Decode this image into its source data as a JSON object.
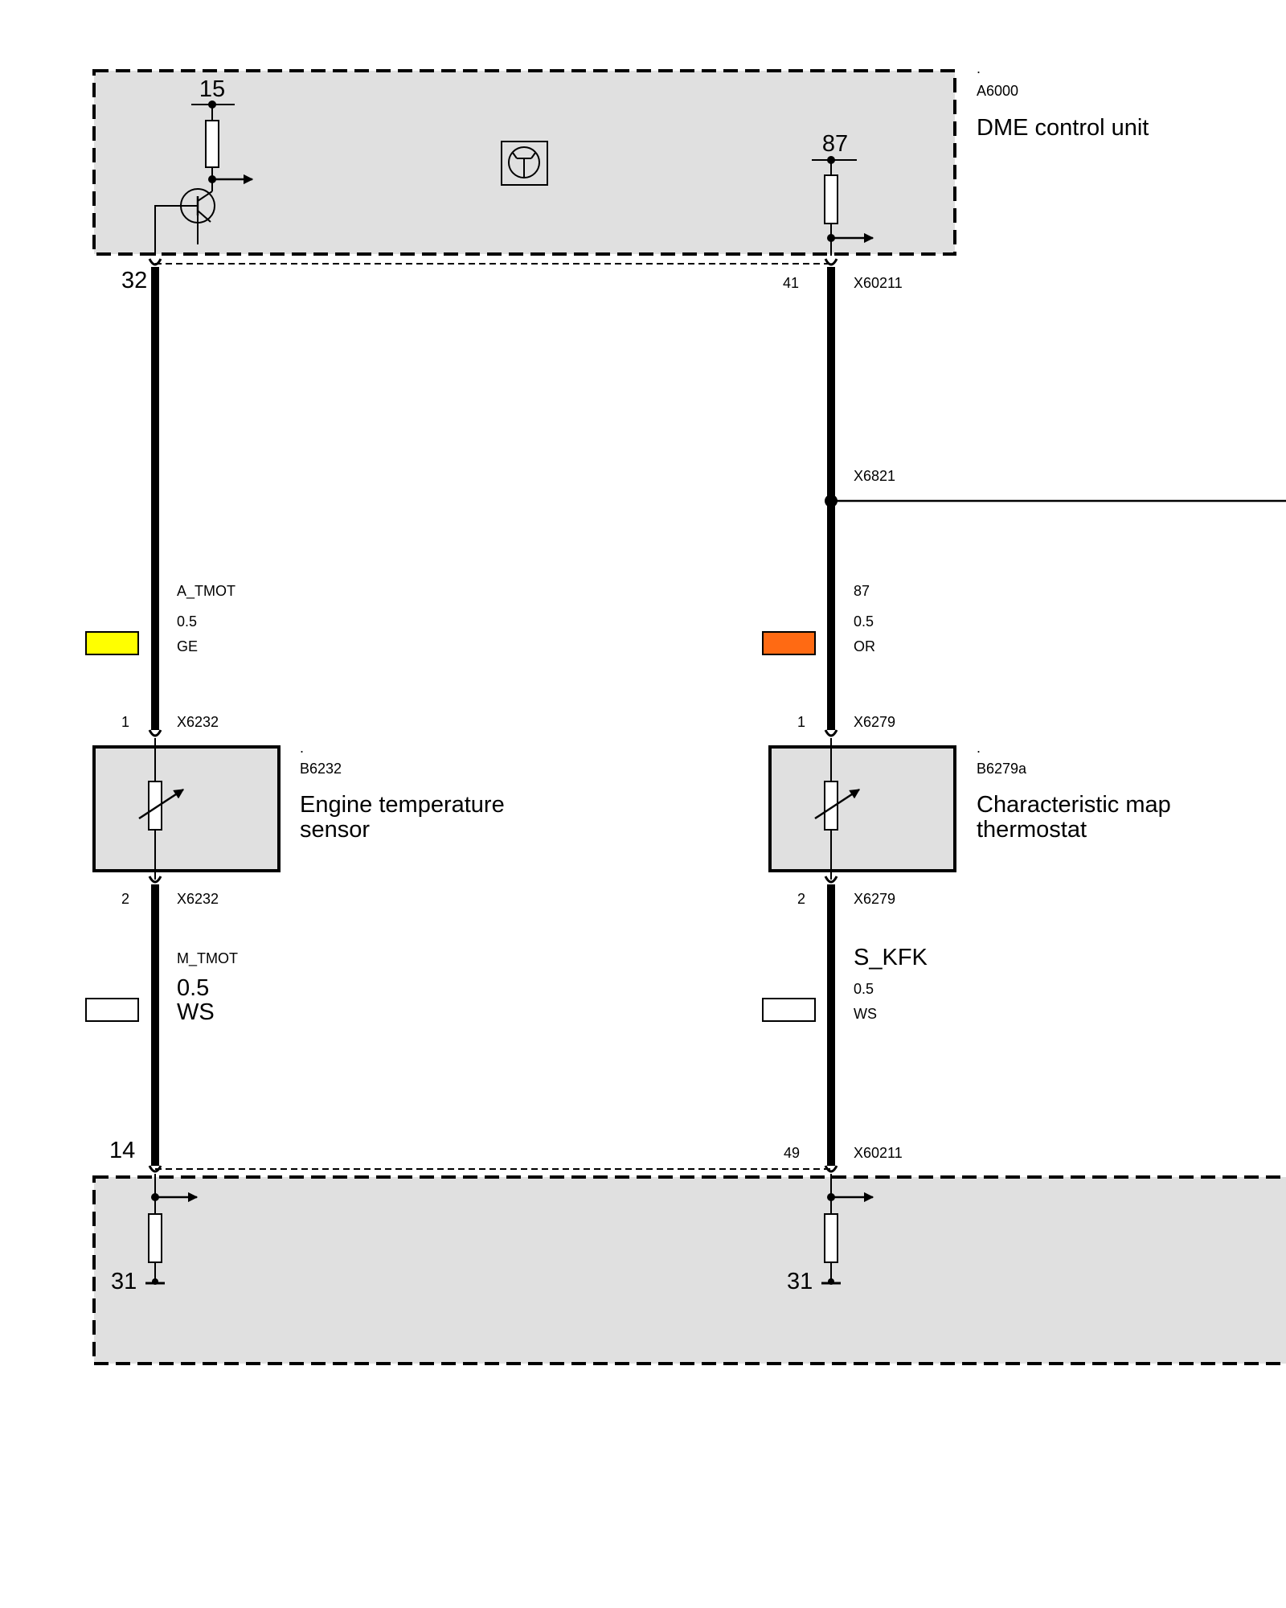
{
  "control_unit": {
    "dot": ".",
    "id": "A6000",
    "name": "DME control unit",
    "pin_15": "15",
    "pin_87": "87",
    "pin_32": "32",
    "pin_41": "41",
    "connector": "X60211",
    "pin_14": "14",
    "pin_49": "49",
    "connector_bottom": "X60211",
    "ground_left": "31",
    "ground_right": "31"
  },
  "splice": {
    "id": "X6821"
  },
  "wire_left_top": {
    "signal": "A_TMOT",
    "gauge": "0.5",
    "color_code": "GE",
    "color": "#ffff00"
  },
  "wire_right_top": {
    "signal": "87",
    "gauge": "0.5",
    "color_code": "OR",
    "color": "#ff6a13"
  },
  "wire_left_bottom": {
    "signal": "M_TMOT",
    "gauge": "0.5",
    "color_code": "WS",
    "color": "#ffffff"
  },
  "wire_right_bottom": {
    "signal": "S_KFK",
    "gauge": "0.5",
    "color_code": "WS",
    "color": "#ffffff"
  },
  "sensor_left": {
    "dot": ".",
    "id": "B6232",
    "name_line1": "Engine temperature",
    "name_line2": "sensor",
    "pin_top": "1",
    "connector_top": "X6232",
    "pin_bottom": "2",
    "connector_bottom": "X6232"
  },
  "sensor_right": {
    "dot": ".",
    "id": "B6279a",
    "name_line1": "Characteristic map",
    "name_line2": "thermostat",
    "pin_top": "1",
    "connector_top": "X6279",
    "pin_bottom": "2",
    "connector_bottom": "X6279"
  }
}
